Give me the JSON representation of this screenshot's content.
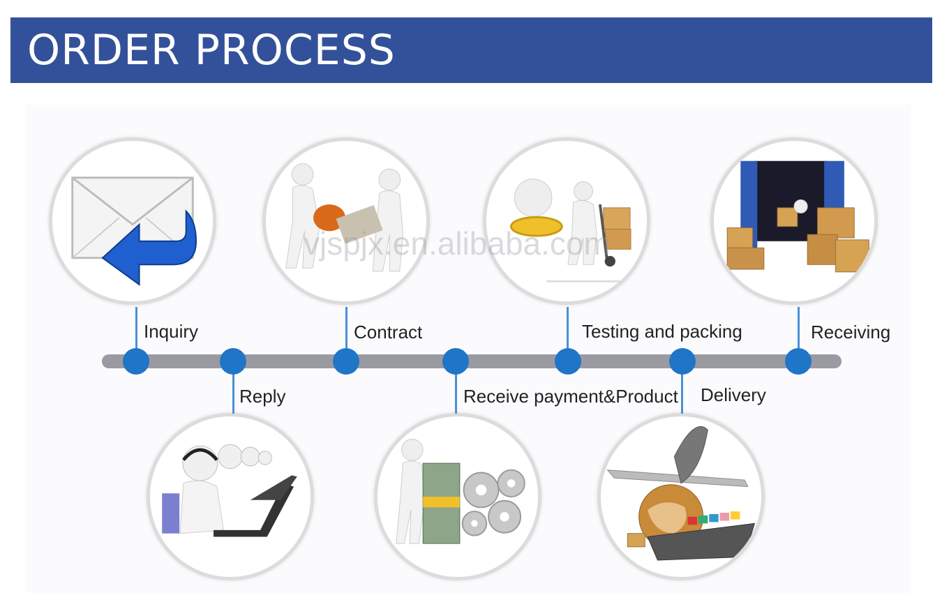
{
  "header": {
    "title": "ORDER PROCESS"
  },
  "watermark": "vjspjx.en.alibaba.com",
  "steps": {
    "inquiry": "Inquiry",
    "reply": "Reply",
    "contract": "Contract",
    "payment": "Receive payment&Product",
    "testing": "Testing and packing",
    "delivery": "Delivery",
    "receiving": "Receiving"
  },
  "colors": {
    "banner": "#33519a",
    "dot": "#1f75c7",
    "track": "#9a9aa3"
  },
  "icons": [
    "envelope-icon",
    "headset-agents-icon",
    "handshake-contract-icon",
    "money-gears-icon",
    "packing-cart-icon",
    "plane-ship-globe-icon",
    "container-boxes-icon"
  ]
}
